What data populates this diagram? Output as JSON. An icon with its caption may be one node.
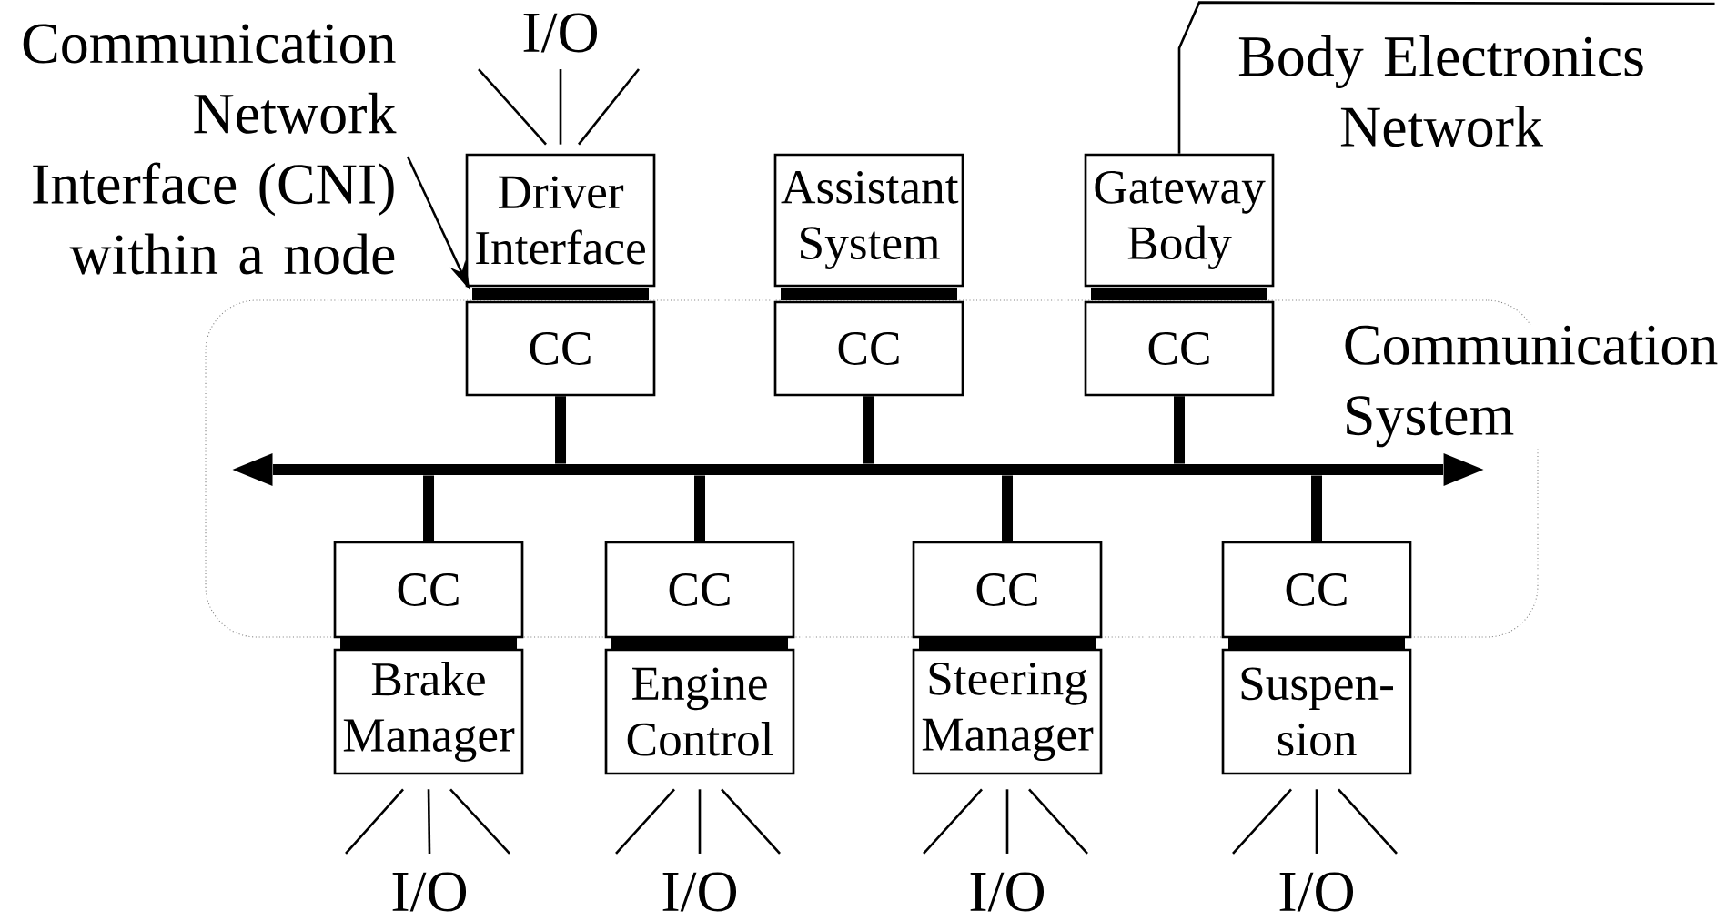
{
  "diagram": {
    "nodes": [
      {
        "text": [
          "Communication System"
        ]
      },
      {
        "text": [
          "CC"
        ],
        "in": 0
      },
      {
        "text": [
          "CC"
        ],
        "in": 0
      },
      {
        "text": [
          "CC"
        ],
        "in": 0
      },
      {
        "text": [
          "CC"
        ],
        "in": 0
      },
      {
        "text": [
          "CC"
        ],
        "in": 0
      },
      {
        "text": [
          "CC"
        ],
        "in": 0
      },
      {
        "text": [
          "CC"
        ],
        "in": 0
      },
      {
        "text": [
          "Driver Interface"
        ]
      },
      {
        "text": [
          "Assistant System"
        ]
      },
      {
        "text": [
          "Gateway Body"
        ]
      },
      {
        "text": [
          "Brake Manager"
        ]
      },
      {
        "text": [
          "Engine Control"
        ]
      },
      {
        "text": [
          "Steering Manager"
        ]
      },
      {
        "text": [
          "Suspen- sion"
        ]
      },
      {
        "text": [],
        "shape": "bar",
        "in": 0
      },
      {
        "text": [],
        "shape": "bar"
      },
      {
        "text": [],
        "shape": "bar"
      },
      {
        "text": [],
        "shape": "bar"
      },
      {
        "text": [],
        "shape": "bar"
      },
      {
        "text": [],
        "shape": "bar"
      },
      {
        "text": [],
        "shape": "bar"
      },
      {
        "text": [],
        "shape": "bar"
      },
      {
        "text": [
          "I/O"
        ]
      },
      {
        "text": [
          "I/O"
        ]
      },
      {
        "text": [
          "I/O"
        ]
      },
      {
        "text": [
          "I/O"
        ]
      },
      {
        "text": [
          "I/O"
        ]
      },
      {
        "text": [
          "Communication Network Interface (CNI) within a node"
        ]
      },
      {
        "text": [
          "Body Electronics Network"
        ]
      }
    ],
    "edges": [
      {
        "from": 1,
        "to": 15,
        "arrow": "none",
        "style": "thick"
      },
      {
        "from": 2,
        "to": 15,
        "arrow": "none",
        "style": "thick"
      },
      {
        "from": 3,
        "to": 15,
        "arrow": "none",
        "style": "thick"
      },
      {
        "from": 4,
        "to": 15,
        "arrow": "none",
        "style": "thick"
      },
      {
        "from": 5,
        "to": 15,
        "arrow": "none",
        "style": "thick"
      },
      {
        "from": 6,
        "to": 15,
        "arrow": "none",
        "style": "thick"
      },
      {
        "from": 7,
        "to": 15,
        "arrow": "none",
        "style": "thick"
      },
      {
        "from": 8,
        "to": 23,
        "arrow": "none"
      },
      {
        "from": 8,
        "to": 23,
        "arrow": "none"
      },
      {
        "from": 8,
        "to": 23,
        "arrow": "none"
      },
      {
        "from": 11,
        "to": 24,
        "arrow": "none"
      },
      {
        "from": 11,
        "to": 24,
        "arrow": "none"
      },
      {
        "from": 11,
        "to": 24,
        "arrow": "none"
      },
      {
        "from": 12,
        "to": 25,
        "arrow": "none"
      },
      {
        "from": 12,
        "to": 25,
        "arrow": "none"
      },
      {
        "from": 12,
        "to": 25,
        "arrow": "none"
      },
      {
        "from": 13,
        "to": 26,
        "arrow": "none"
      },
      {
        "from": 13,
        "to": 26,
        "arrow": "none"
      },
      {
        "from": 13,
        "to": 26,
        "arrow": "none"
      },
      {
        "from": 14,
        "to": 27,
        "arrow": "none"
      },
      {
        "from": 14,
        "to": 27,
        "arrow": "none"
      },
      {
        "from": 14,
        "to": 27,
        "arrow": "none"
      },
      {
        "from": 28,
        "to": 16,
        "arrow": "to"
      },
      {
        "from": 10,
        "to": 29,
        "arrow": "none"
      }
    ]
  }
}
